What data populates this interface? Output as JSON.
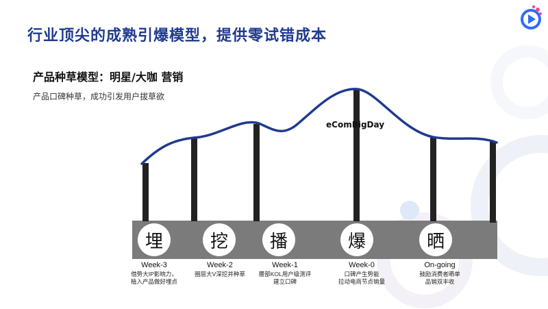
{
  "slide": {
    "title": "行业顶尖的成熟引爆模型，提供零试错成本",
    "subtitle": "产品种草模型：明星/大咖 营销",
    "caption": "产品口碑种草，成功引发用户拔草欲",
    "peak_label": "eComBigDay"
  },
  "stages": [
    {
      "char": "埋",
      "week": "Week-3",
      "desc1": "借势大IP影响力，",
      "desc2": "植入产品做好埋点"
    },
    {
      "char": "挖",
      "week": "Week-2",
      "desc1": "圈层大V深挖并种草",
      "desc2": ""
    },
    {
      "char": "播",
      "week": "Week-1",
      "desc1": "腰部KOL用户级测评",
      "desc2": "建立口碑"
    },
    {
      "char": "爆",
      "week": "Week-0",
      "desc1": "口碑产生势能",
      "desc2": "拉动电商节点销量"
    },
    {
      "char": "晒",
      "week": "On-going",
      "desc1": "鼓励消费者晒单",
      "desc2": "品销双丰收"
    }
  ],
  "colors": {
    "title": "#1f3a8f",
    "curve": "#1f3a8f",
    "bars": "#222222",
    "band": "#7b7b7b"
  },
  "icons": {
    "logo": "app-logo-icon"
  }
}
